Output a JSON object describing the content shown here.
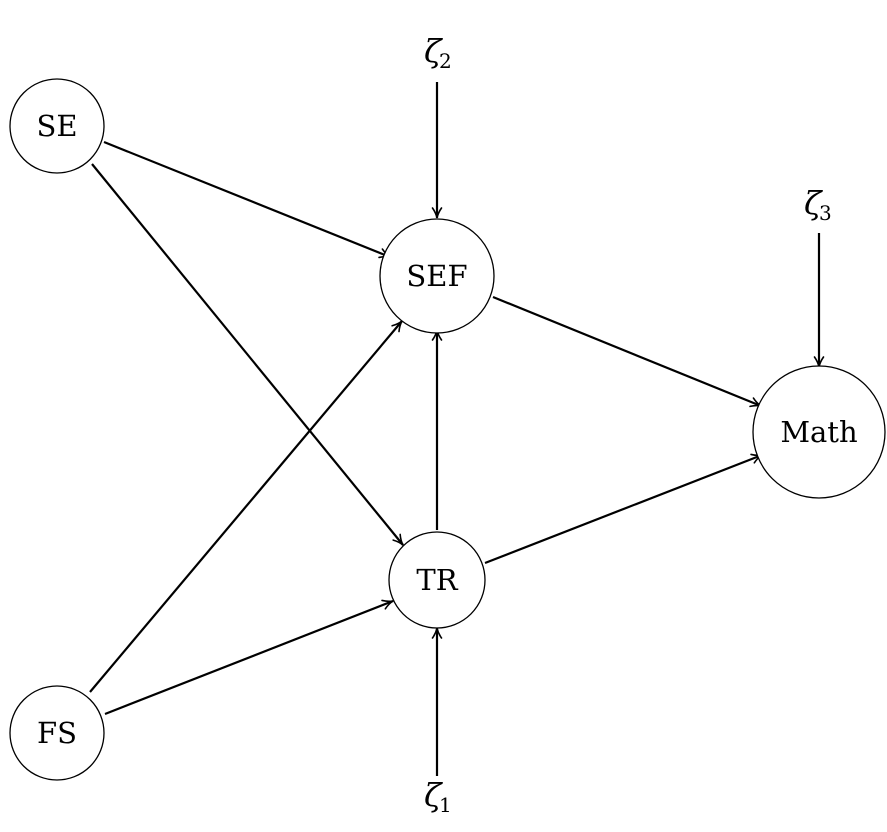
{
  "nodes": {
    "se": {
      "label": "SE"
    },
    "fs": {
      "label": "FS"
    },
    "sef": {
      "label": "SEF"
    },
    "tr": {
      "label": "TR"
    },
    "math": {
      "label": "Math"
    }
  },
  "disturbances": {
    "zeta1": {
      "symbol": "ζ",
      "subscript": "1"
    },
    "zeta2": {
      "symbol": "ζ",
      "subscript": "2"
    },
    "zeta3": {
      "symbol": "ζ",
      "subscript": "3"
    }
  },
  "edges": [
    {
      "from": "SE",
      "to": "SEF"
    },
    {
      "from": "SE",
      "to": "TR"
    },
    {
      "from": "FS",
      "to": "SEF"
    },
    {
      "from": "FS",
      "to": "TR"
    },
    {
      "from": "TR",
      "to": "SEF"
    },
    {
      "from": "SEF",
      "to": "Math"
    },
    {
      "from": "TR",
      "to": "Math"
    },
    {
      "from": "ζ1",
      "to": "TR"
    },
    {
      "from": "ζ2",
      "to": "SEF"
    },
    {
      "from": "ζ3",
      "to": "Math"
    }
  ]
}
